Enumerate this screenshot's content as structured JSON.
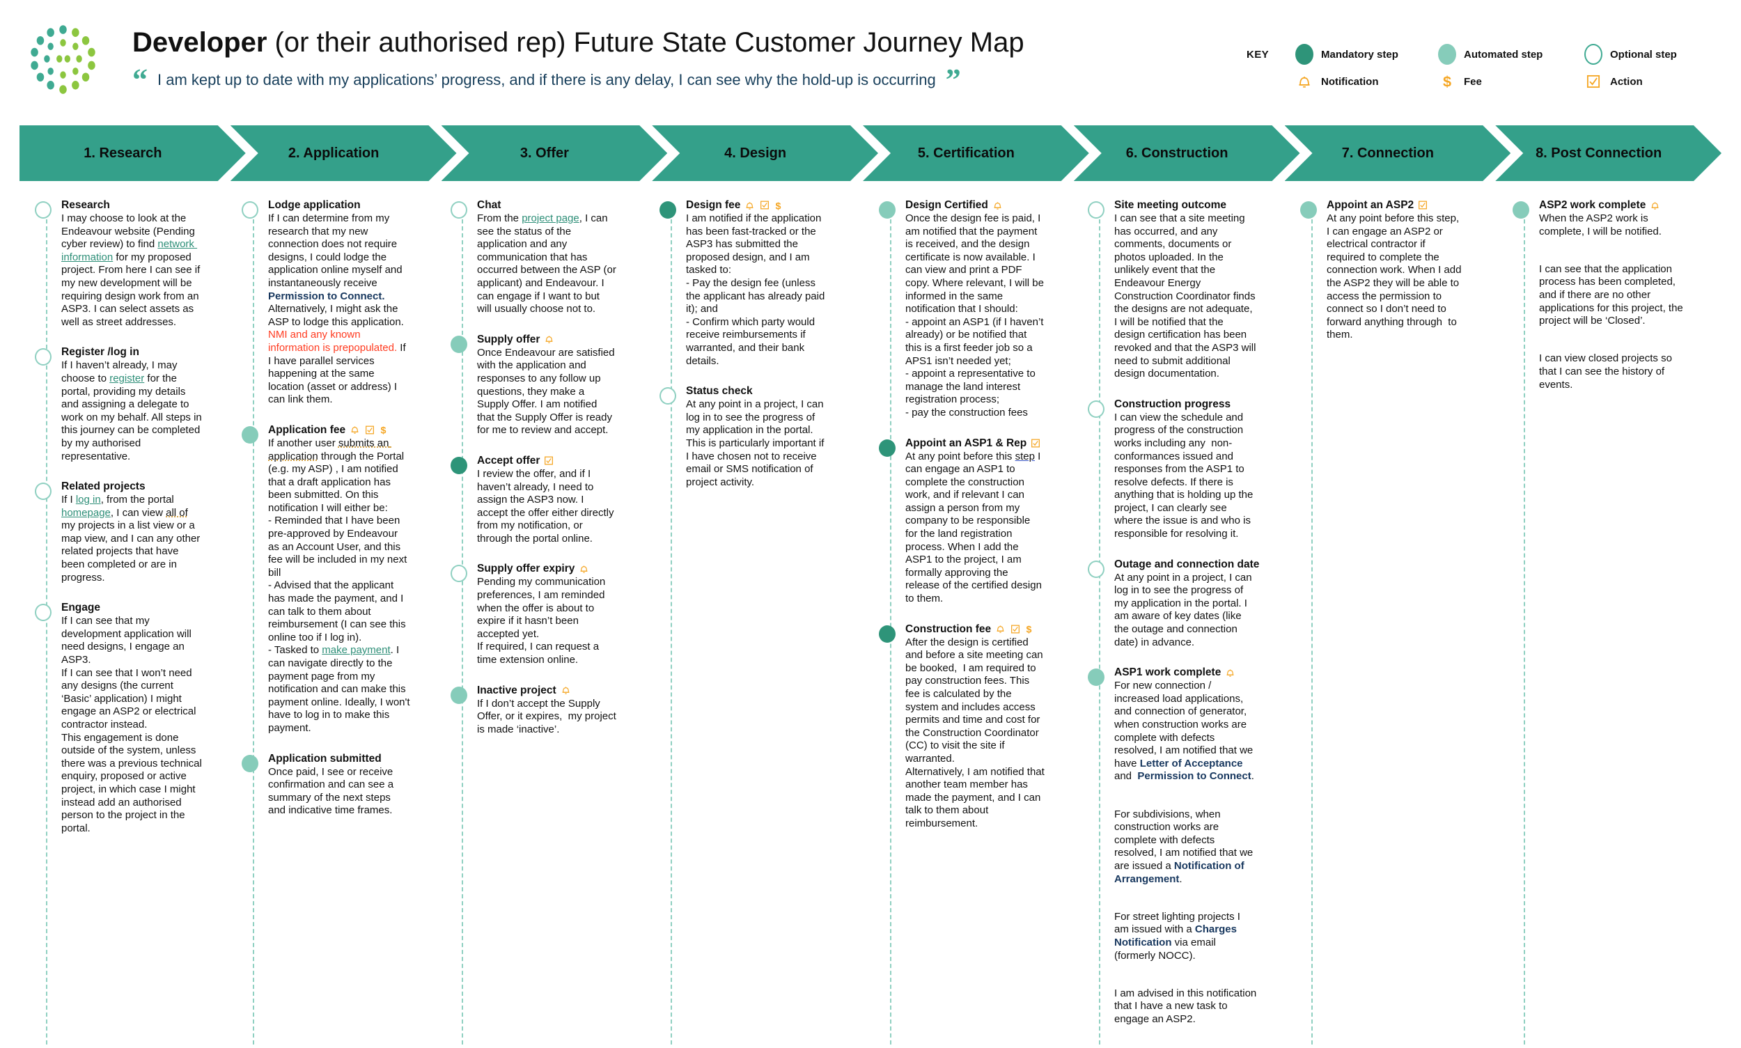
{
  "header": {
    "title_bold": "Developer",
    "title_rest": " (or their authorised rep) Future State Customer Journey Map",
    "quote": "I am kept up to date with my applications’ progress, and if there is any delay, I can see why the hold-up is occurring",
    "quote_open": "“",
    "quote_close": "”"
  },
  "key": {
    "label": "KEY",
    "items": [
      {
        "icon": "mandatory-step-dot",
        "label": "Mandatory step"
      },
      {
        "icon": "automated-step-dot",
        "label": "Automated step"
      },
      {
        "icon": "optional-step-dot",
        "label": "Optional step"
      },
      {
        "icon": "bell-icon",
        "label": "Notification"
      },
      {
        "icon": "dollar-icon",
        "label": "Fee"
      },
      {
        "icon": "checkbox-icon",
        "label": "Action"
      }
    ],
    "colors": {
      "mandatory": "#2e9479",
      "automated": "#86ccba",
      "optional_border": "#3faa92",
      "icon_amber": "#f5a623",
      "banner": "#34a08a"
    }
  },
  "phases": [
    {
      "label": "1. Research"
    },
    {
      "label": "2. Application"
    },
    {
      "label": "3. Offer"
    },
    {
      "label": "4. Design"
    },
    {
      "label": "5. Certification"
    },
    {
      "label": "6. Construction"
    },
    {
      "label": "7. Connection"
    },
    {
      "label": "8. Post Connection"
    }
  ],
  "columns": [
    {
      "phase": "1. Research",
      "steps": [
        {
          "marker": "optional",
          "title": "Research",
          "icons": [],
          "body": "I may choose to look at the Endeavour website (Pending cyber review) to find {{link:network information}} for my proposed project. From here I can see if my new development will be requiring design work from an ASP3. I can select assets as well as street addresses."
        },
        {
          "marker": "optional",
          "title": "Register /log in",
          "icons": [],
          "body": "If I haven’t already, I may choose to {{link:register}} for the portal, providing my details and assigning a delegate to work on my behalf. All steps in this journey can be completed by my authorised representative."
        },
        {
          "marker": "optional",
          "title": "Related projects",
          "icons": [],
          "body": "If I {{link:log in}}, from the portal {{link:homepage}}, I can view {{dotted:all of}} my projects in a list view or a map view, and I can any other related projects that have been completed or are in progress."
        },
        {
          "marker": "optional",
          "title": "Engage",
          "icons": [],
          "body": "If I can see that my development application will need designs, I engage an ASP3.\nIf I can see that I won’t need any designs (the current ‘Basic’ application) I might engage an ASP2 or electrical contractor instead.\nThis engagement is done outside of the system, unless there was a previous technical enquiry, proposed or active project, in which case I might instead add an authorised person to the project in the portal."
        }
      ]
    },
    {
      "phase": "2. Application",
      "steps": [
        {
          "marker": "optional",
          "title": "Lodge application",
          "icons": [],
          "body": "If I can determine from my research that my new connection does not require designs, I could lodge the application online myself and instantaneously receive {{navy:Permission to Connect.}}\nAlternatively, I might ask the ASP to lodge this application. {{red:NMI and any known information is prepopulated.}} If I have parallel services happening at the same location (asset or address) I can link them."
        },
        {
          "marker": "automated",
          "title": "Application fee",
          "icons": [
            "bell-icon",
            "checkbox-icon",
            "dollar-icon"
          ],
          "body": "If another user {{dotted:submits an application}} through the Portal (e.g. my ASP) , I am notified that a draft application has been submitted. On this notification I will either be:\n- Reminded that I have been pre-approved by Endeavour as an Account User, and this fee will be included in my next bill\n- Advised that the applicant has made the payment, and I can talk to them about reimbursement (I can see this online too if I log in).\n- Tasked to {{link:make payment}}. I can navigate directly to the payment page from my notification and can make this payment online. Ideally, I won't have to log in to make this payment."
        },
        {
          "marker": "automated",
          "title": "Application submitted",
          "icons": [],
          "body": "Once paid, I see or receive confirmation and can see a summary of the next steps and indicative time frames."
        }
      ]
    },
    {
      "phase": "3. Offer",
      "steps": [
        {
          "marker": "optional",
          "title": "Chat",
          "icons": [],
          "body": "From the {{link:project page}}, I can see the status of the application and any communication that has occurred between the ASP (or applicant) and Endeavour. I can engage if I want to but will usually choose not to."
        },
        {
          "marker": "automated",
          "title": "Supply offer",
          "icons": [
            "bell-icon"
          ],
          "body": "Once Endeavour are satisfied with the application and responses to any follow up questions, they make a Supply Offer. I am notified that the Supply Offer is ready for me to review and accept."
        },
        {
          "marker": "mandatory",
          "title": "Accept offer",
          "icons": [
            "checkbox-icon"
          ],
          "body": "I review the offer, and if I haven’t already, I need to assign the ASP3 now. I accept the offer either directly from my notification, or through the portal online."
        },
        {
          "marker": "optional",
          "title": "Supply offer expiry",
          "icons": [
            "bell-icon"
          ],
          "body": "Pending my communication preferences, I am reminded when the offer is about to expire if it hasn’t been accepted yet.\nIf required, I can request a time extension online."
        },
        {
          "marker": "automated",
          "title": "Inactive project",
          "icons": [
            "bell-icon"
          ],
          "body": "If I don’t accept the Supply Offer, or it expires,  my project is made ‘inactive’."
        }
      ]
    },
    {
      "phase": "4. Design",
      "steps": [
        {
          "marker": "mandatory",
          "title": "Design fee",
          "icons": [
            "bell-icon",
            "checkbox-icon",
            "dollar-icon"
          ],
          "body": "I am notified if the application has been fast-tracked or the ASP3 has submitted the proposed design, and I am tasked to:\n- Pay the design fee (unless the applicant has already paid it); and\n- Confirm which party would receive reimbursements if warranted, and their bank details."
        },
        {
          "marker": "optional",
          "title": "Status check",
          "icons": [],
          "body": "At any point in a project, I can log in to see the progress of my application in the portal. This is particularly important if I have chosen not to receive email or SMS notification of project activity."
        }
      ]
    },
    {
      "phase": "5. Certification",
      "steps": [
        {
          "marker": "automated",
          "title": "Design Certified",
          "icons": [
            "bell-icon"
          ],
          "body": "Once the design fee is paid, I am notified that the payment is received, and the design certificate is now available. I can view and print a PDF copy. Where relevant, I will be informed in the same notification that I should:\n- appoint an ASP1 (if I haven’t already) or be notified that this is a first feeder job so a APS1 isn’t needed yet;\n- appoint a representative to manage the land interest registration process;\n- pay the construction fees"
        },
        {
          "marker": "mandatory",
          "title": "Appoint an ASP1 & Rep",
          "icons": [
            "checkbox-icon"
          ],
          "body": "At any point before this {{blue:step}} I can engage an ASP1 to complete the construction work, and if relevant I can assign a person from my company to be responsible for the land registration process. When I add the ASP1 to the project, I am formally approving the release of the certified design to them."
        },
        {
          "marker": "mandatory",
          "title": "Construction fee",
          "icons": [
            "bell-icon",
            "checkbox-icon",
            "dollar-icon"
          ],
          "body": "After the design is certified and before a site meeting can be booked,  I am required to pay construction fees. This fee is calculated by the system and includes access permits and time and cost for the Construction Coordinator (CC) to visit the site if warranted.\nAlternatively, I am notified that another team member has made the payment, and I can talk to them about reimbursement."
        }
      ]
    },
    {
      "phase": "6. Construction",
      "steps": [
        {
          "marker": "optional",
          "title": "Site meeting outcome",
          "icons": [],
          "body": "I can see that a site meeting has occurred, and any comments, documents or photos uploaded. In the unlikely event that the Endeavour Energy Construction Coordinator finds the designs are not adequate, I will be notified that the design certification has been revoked and that the ASP3 will need to submit additional design documentation."
        },
        {
          "marker": "optional",
          "title": "Construction progress",
          "icons": [],
          "body": "I can view the schedule and progress of the construction works including any  non-conformances issued and responses from the ASP1 to resolve defects. If there is anything that is holding up the project, I can clearly see where the issue is and who is responsible for resolving it."
        },
        {
          "marker": "optional",
          "title": "Outage and connection date",
          "icons": [],
          "body": "At any point in a project, I can log in to see the progress of my application in the portal. I am aware of key dates (like the outage and connection date) in advance."
        },
        {
          "marker": "automated",
          "title": "ASP1 work complete",
          "icons": [
            "bell-icon"
          ],
          "body": "For new connection / increased load applications, and connection of generator, when construction works are complete with defects resolved, I am notified that we have {{navy:Letter of Acceptance}} and  {{navy:Permission to Connect}}.\n\nFor subdivisions, when construction works are complete with defects resolved, I am notified that we are issued a {{navy:Notification of Arrangement}}.\n\nFor street lighting projects I am issued with a {{navy:Charges Notification}} via email (formerly NOCC).\n\nI am advised in this notification that I have a new task to engage an ASP2."
        }
      ]
    },
    {
      "phase": "7. Connection",
      "steps": [
        {
          "marker": "automated",
          "title": "Appoint an ASP2",
          "icons": [
            "checkbox-icon"
          ],
          "body": "At any point before this step,  I can engage an ASP2 or electrical contractor if required to complete the connection work. When I add the ASP2 they will be able to access the permission to connect so I don’t need to forward anything through  to them."
        }
      ]
    },
    {
      "phase": "8. Post Connection",
      "steps": [
        {
          "marker": "automated",
          "title": "ASP2 work complete",
          "icons": [
            "bell-icon"
          ],
          "body": "When the ASP2 work is complete, I will be notified.\n\nI can see that the application process has been completed, and if there are no other applications for this project, the project will be ‘Closed’.\n\nI can view closed projects so that I can see the history of events."
        }
      ]
    }
  ]
}
